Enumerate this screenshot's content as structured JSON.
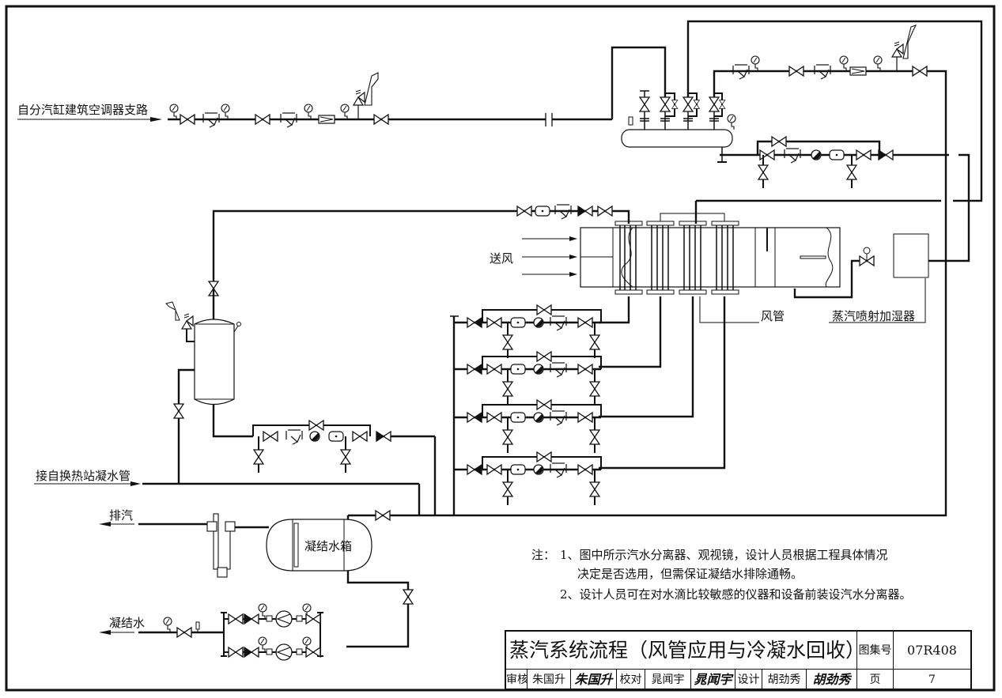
{
  "diagram": {
    "title": "蒸汽系统流程（风管应用与冷凝水回收）",
    "labels": {
      "steam_supply": "自分汽缸建筑空调器支路",
      "supply_air": "送风",
      "air_duct": "风管",
      "humidifier": "蒸汽喷射加湿器",
      "condensate_in": "接自换热站凝水管",
      "exhaust": "排汽",
      "condensate_tank": "凝结水箱",
      "condensate_out": "凝结水"
    },
    "notes": {
      "prefix": "注：",
      "items": [
        "1、图中所示汽水分离器、观视镜，设计人员根据工程具体情况",
        "决定是否选用，但需保证凝结水排除通畅。",
        "2、设计人员可在对水滴比较敏感的仪器和设备前装设汽水分离器。"
      ]
    }
  },
  "title_block": {
    "title": "蒸汽系统流程（风管应用与冷凝水回收）",
    "atlas_no_label": "图集号",
    "atlas_no": "07R408",
    "page_label": "页",
    "page": "7",
    "reviewer_label": "审核",
    "reviewer": "朱国升",
    "reviewer_sig": "朱国升",
    "checker_label": "校对",
    "checker": "晁闻宇",
    "checker_sig": "晁闻宇",
    "designer_label": "设计",
    "designer": "胡劲秀",
    "designer_sig": "胡劲秀"
  }
}
